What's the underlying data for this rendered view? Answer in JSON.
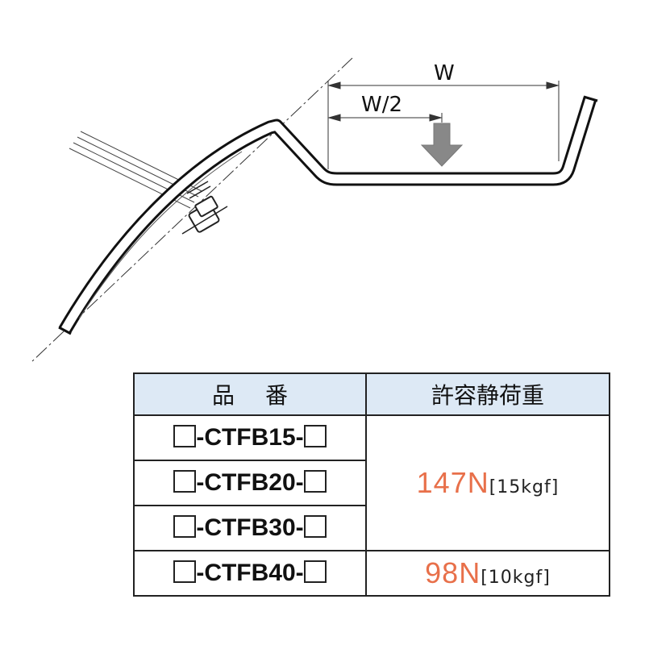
{
  "diagram": {
    "dim_w": "W",
    "dim_half_w": "W/2",
    "load_arrow_icon": "down-arrow-icon"
  },
  "table": {
    "header": {
      "part_no_a": "品",
      "part_no_b": "番",
      "load": "許容静荷重"
    },
    "rows": [
      {
        "part": "-CTFB15-"
      },
      {
        "part": "-CTFB20-"
      },
      {
        "part": "-CTFB30-"
      },
      {
        "part": "-CTFB40-"
      }
    ],
    "loads": [
      {
        "newton": "147N",
        "kgf": "[15kgf]",
        "applies_to_rows": [
          0,
          1,
          2
        ]
      },
      {
        "newton": "98N",
        "kgf": "[10kgf]",
        "applies_to_rows": [
          3
        ]
      }
    ],
    "colors": {
      "header_bg": "#dde9f5",
      "load_value": "#e8704a",
      "arrow": "#888888"
    }
  }
}
